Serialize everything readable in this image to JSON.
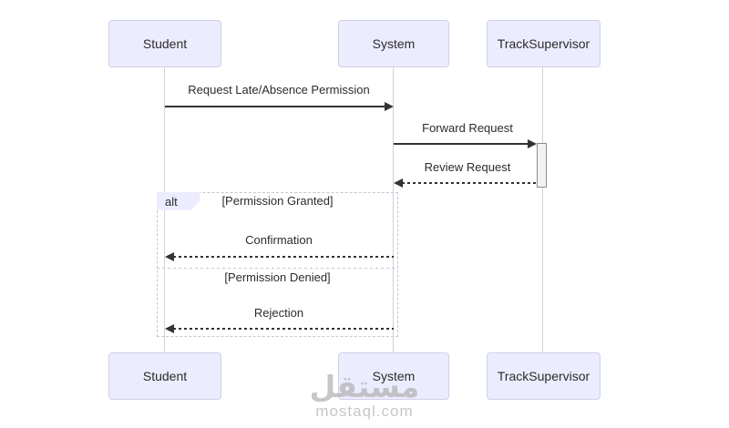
{
  "diagram": {
    "type": "sequence",
    "actors": {
      "student": "Student",
      "system": "System",
      "supervisor": "TrackSupervisor"
    },
    "messages": {
      "request": "Request Late/Absence Permission",
      "forward": "Forward Request",
      "review": "Review Request",
      "confirmation": "Confirmation",
      "rejection": "Rejection"
    },
    "alt_frame": {
      "label": "alt",
      "granted_condition": "[Permission Granted]",
      "denied_condition": "[Permission Denied]"
    }
  },
  "watermark": {
    "logo_text": "مستقل",
    "site": "mostaql.com"
  },
  "colors": {
    "actor_fill": "#ECECFF",
    "actor_border": "#cfcfea",
    "text": "#2b2b2b",
    "lifeline": "#d0d0e0",
    "arrow": "#333333",
    "frame_border": "#c7c7d4",
    "activation_fill": "#f2f2f2",
    "activation_border": "#8c8c8c",
    "watermark": "#b4b4b4"
  }
}
